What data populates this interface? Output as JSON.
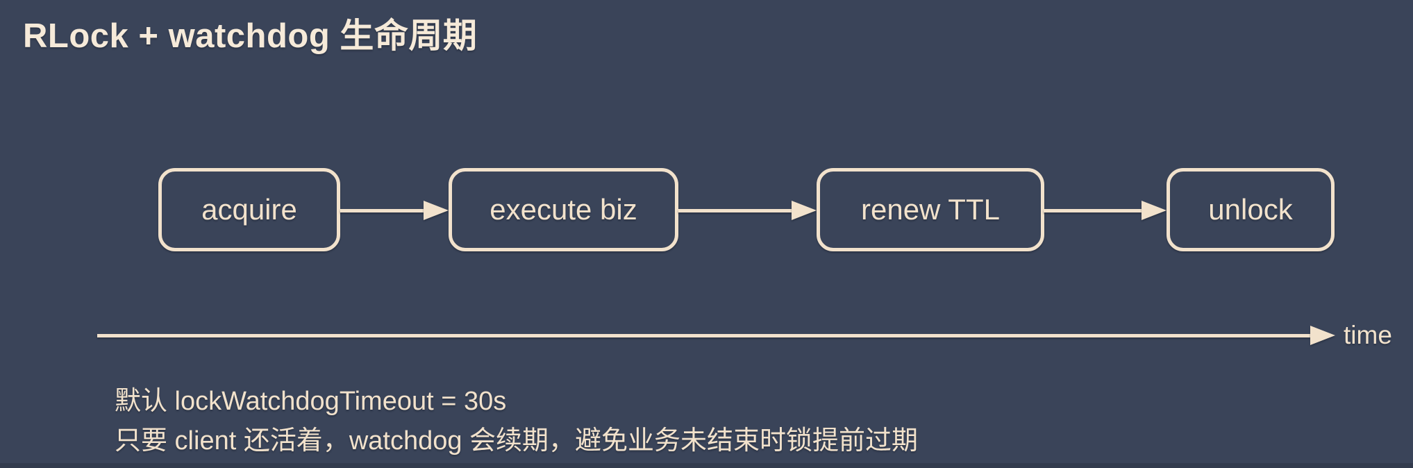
{
  "page": {
    "title": "RLock + watchdog 生命周期"
  },
  "colors": {
    "background": "#3a4459",
    "stroke": "#f2e2cc"
  },
  "flow": {
    "nodes": [
      {
        "label": "acquire"
      },
      {
        "label": "execute biz"
      },
      {
        "label": "renew TTL"
      },
      {
        "label": "unlock"
      }
    ]
  },
  "timeline": {
    "label": "time"
  },
  "notes": {
    "line1": "默认 lockWatchdogTimeout = 30s",
    "line2": "只要 client 还活着，watchdog 会续期，避免业务未结束时锁提前过期"
  }
}
